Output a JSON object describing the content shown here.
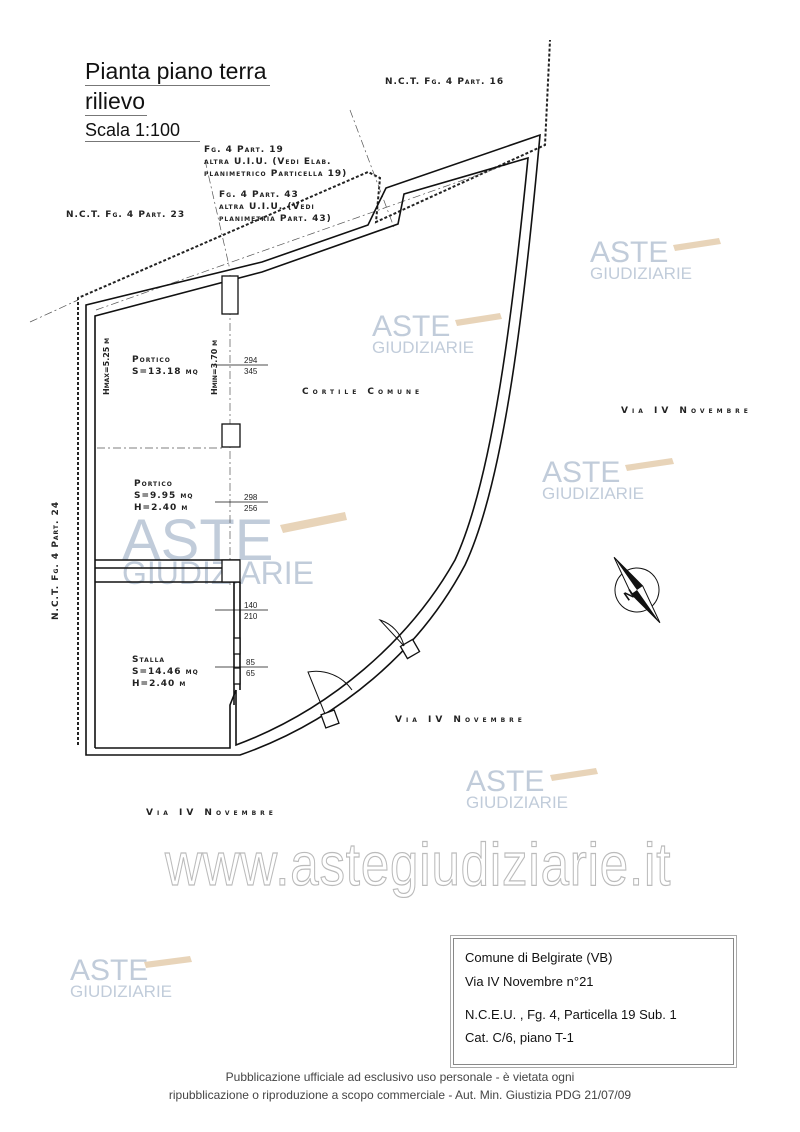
{
  "title": {
    "line1": "Pianta piano terra",
    "line2": "rilievo",
    "scale": "Scala 1:100"
  },
  "parcels": {
    "p16": "N.C.T. Fg. 4 Part. 16",
    "p23": "N.C.T. Fg. 4 Part. 23",
    "p24": "N.C.T. Fg. 4 Part. 24",
    "p19": [
      "Fg. 4 Part. 19",
      "altra U.I.U. (Vedi Elab.",
      "planimetrico Particella 19)"
    ],
    "p43": [
      "Fg. 4 Part. 43",
      "altra U.I.U. (Vedi",
      "planimetria Part. 43)"
    ]
  },
  "rooms": [
    {
      "name": "Portico",
      "area": "S=13.18 mq"
    },
    {
      "name": "Portico",
      "area": "S=9.95 mq",
      "height": "H=2.40 m"
    },
    {
      "name": "Stalla",
      "area": "S=14.46 mq",
      "height": "H=2.40 m"
    }
  ],
  "heights": {
    "hmax": "Hmax=5.25 m",
    "hmin": "Hmin=3.70 m"
  },
  "openings": [
    {
      "top": "294",
      "bottom": "345"
    },
    {
      "top": "298",
      "bottom": "256"
    },
    {
      "top": "140",
      "bottom": "210"
    },
    {
      "top": "85",
      "bottom": "65"
    }
  ],
  "courtyard": "Cortile Comune",
  "street": "Via IV Novembre",
  "north": "N",
  "watermark": {
    "line1": "ASTE",
    "line2": "GIUDIZIARIE",
    "url": "www.astegiudiziarie.it"
  },
  "info": {
    "line1": "Comune di Belgirate (VB)",
    "line2": "Via IV Novembre n°21",
    "line3": "N.C.E.U. , Fg. 4,  Particella 19 Sub. 1",
    "line4": "Cat. C/6, piano T-1"
  },
  "footer": {
    "line1": "Pubblicazione ufficiale ad esclusivo uso personale - è vietata ogni",
    "line2": "ripubblicazione o riproduzione a scopo commerciale - Aut. Min. Giustizia PDG 21/07/09"
  }
}
